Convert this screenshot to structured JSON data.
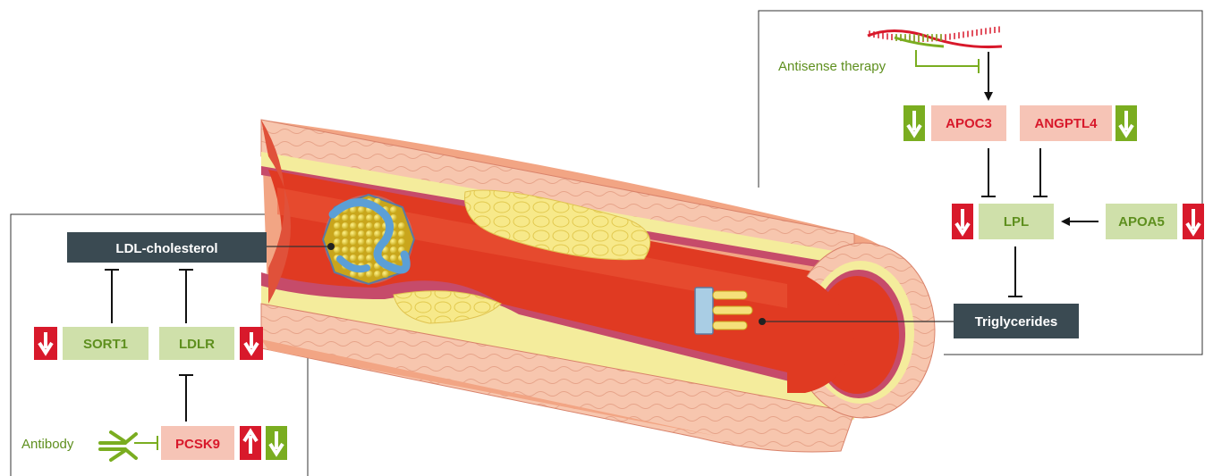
{
  "colors": {
    "dark_box": "#3a4a52",
    "green_box": "#cfe0aa",
    "green_text": "#5e8f1e",
    "pink_box": "#f6c4b6",
    "red_text": "#d8192b",
    "red_arrow": "#d8192b",
    "green_arrow": "#7aad20",
    "line": "#222222",
    "vessel_wall": "#f0a07e",
    "lumen": "#e03a22",
    "plaque": "#f7e27a"
  },
  "labels": {
    "ldl_cholesterol": "LDL-cholesterol",
    "sort1": "SORT1",
    "ldlr": "LDLR",
    "pcsk9": "PCSK9",
    "antibody": "Antibody",
    "apoc3": "APOC3",
    "angptl4": "ANGPTL4",
    "lpl": "LPL",
    "apoa5": "APOA5",
    "triglycerides": "Triglycerides",
    "antisense_therapy": "Antisense therapy"
  },
  "effect_arrows": {
    "sort1": "down-red",
    "ldlr": "down-red",
    "pcsk9": [
      "up-red",
      "down-green"
    ],
    "apoc3": "down-green",
    "angptl4": "down-green",
    "lpl": "down-red",
    "apoa5": "down-red"
  },
  "icons": [
    "antibody-icon",
    "antisense-oligo-icon",
    "lipoprotein-particle-icon",
    "triglyceride-icon"
  ]
}
